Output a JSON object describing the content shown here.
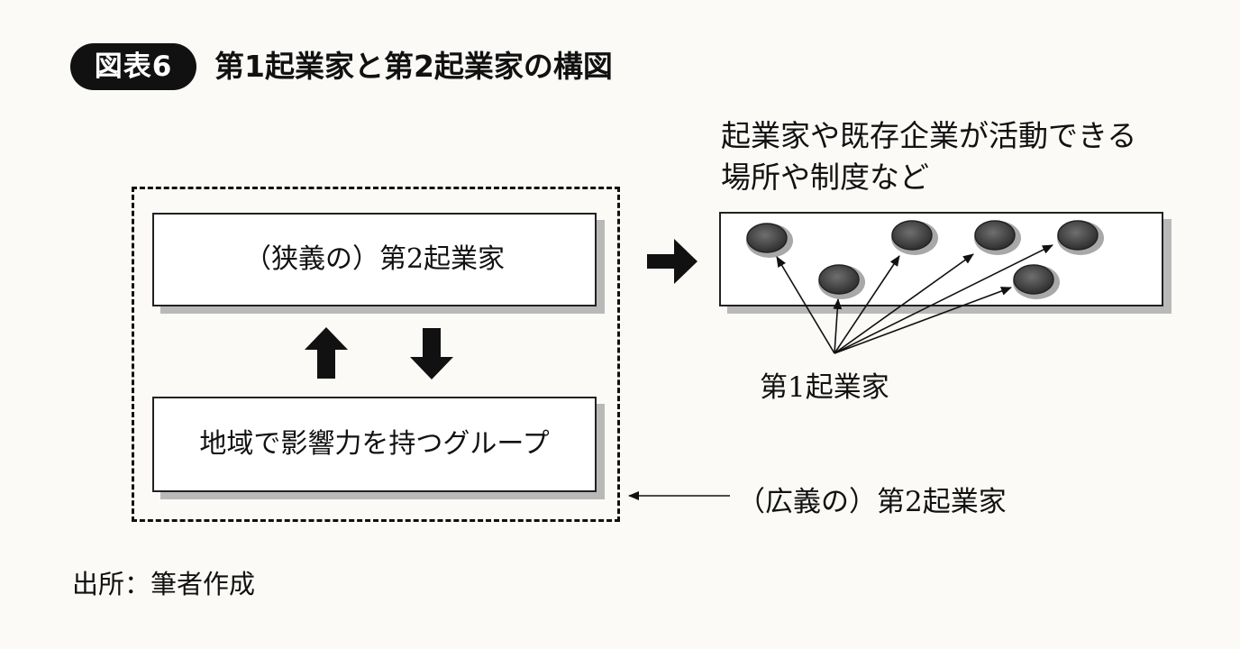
{
  "figure": {
    "badge": "図表6",
    "title": "第1起業家と第2起業家の構図"
  },
  "left": {
    "top_box": "（狭義の）第2起業家",
    "bottom_box": "地域で影響力を持つグループ",
    "up_arrow_icon": "up-arrow-icon",
    "down_arrow_icon": "down-arrow-icon"
  },
  "right": {
    "caption_line1": "起業家や既存企業が活動できる",
    "caption_line2": "場所や制度など",
    "first_entrepreneur_label": "第1起業家"
  },
  "broad_label": "（広義の）第2起業家",
  "source": "出所：筆者作成",
  "colors": {
    "dot_fill": "#3a3a3a",
    "dot_ring": "#9a9a9a",
    "shadow": "#b9b9b9"
  }
}
